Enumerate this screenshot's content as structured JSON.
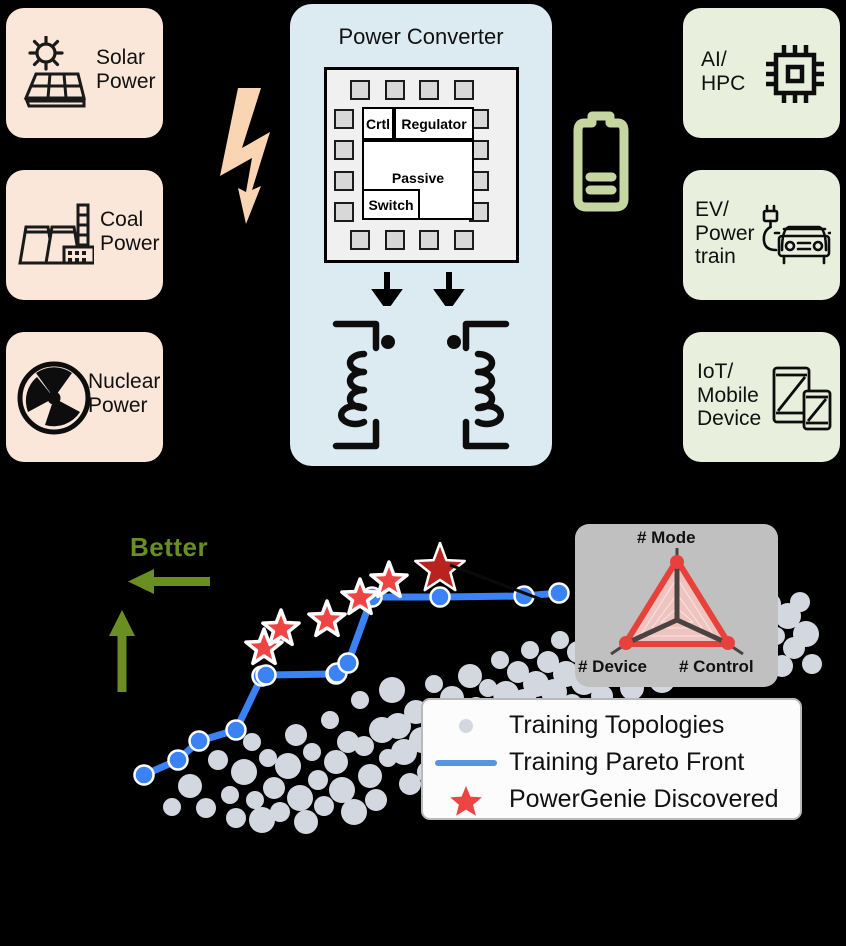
{
  "sources": [
    {
      "label": "Solar\nPower",
      "icon": "solar-panel-icon"
    },
    {
      "label": "Coal\nPower",
      "icon": "coal-plant-icon"
    },
    {
      "label": "Nuclear\nPower",
      "icon": "radiation-icon"
    }
  ],
  "converter": {
    "title": "Power Converter",
    "blocks": [
      {
        "label": "Crtl"
      },
      {
        "label": "Regulator"
      },
      {
        "label": "Passive"
      },
      {
        "label": "Switch"
      }
    ],
    "flow_icon": "down-arrow-icon",
    "circuit_icon": "transformer-icon"
  },
  "energy_flow": {
    "icon": "lightning-bolt-icon"
  },
  "battery": {
    "icon": "battery-icon"
  },
  "destinations": [
    {
      "label": "AI/\nHPC",
      "icon": "cpu-chip-icon"
    },
    {
      "label": "EV/\nPower\ntrain",
      "icon": "ev-charging-icon"
    },
    {
      "label": "IoT/\nMobile\nDevice",
      "icon": "mobile-devices-icon"
    }
  ],
  "plot": {
    "better_label": "Better",
    "better_arrow_left": "left-arrow-icon",
    "better_arrow_up": "up-arrow-icon"
  },
  "radar": {
    "axes": [
      "# Mode",
      "# Device",
      "# Control"
    ],
    "accent_color": "#e8413c",
    "fill_color": "#f7c4c0",
    "bg_color": "#c0c0c0"
  },
  "legend": {
    "items": [
      {
        "marker": "gray-dot-icon",
        "label": "Training Topologies"
      },
      {
        "marker": "blue-line-icon",
        "label": "Training Pareto Front"
      },
      {
        "marker": "red-star-icon",
        "label": "PowerGenie Discovered"
      }
    ]
  },
  "colors": {
    "source_card": "#fae7d9",
    "dest_card": "#e9efdd",
    "converter_panel": "#dceaf1",
    "pareto_blue": "#3b82f6",
    "star_red": "#ef4444",
    "star_highlight": "#b8231f",
    "scatter_gray": "#d3d7e0",
    "better_green": "#6b8e23",
    "bolt_peach": "#fad5b4"
  },
  "chart_data": {
    "type": "scatter",
    "title": "",
    "xlabel": "",
    "ylabel": "",
    "grid": false,
    "legend_position": "bottom-right",
    "series": [
      {
        "name": "Training Topologies",
        "type": "scatter",
        "color": "#d3d7e0",
        "points": [
          [
            172,
            807
          ],
          [
            190,
            786
          ],
          [
            206,
            808
          ],
          [
            218,
            760
          ],
          [
            230,
            795
          ],
          [
            236,
            818
          ],
          [
            244,
            772
          ],
          [
            252,
            742
          ],
          [
            255,
            800
          ],
          [
            262,
            820
          ],
          [
            268,
            758
          ],
          [
            274,
            788
          ],
          [
            280,
            812
          ],
          [
            288,
            766
          ],
          [
            296,
            735
          ],
          [
            300,
            798
          ],
          [
            306,
            822
          ],
          [
            312,
            752
          ],
          [
            318,
            780
          ],
          [
            324,
            806
          ],
          [
            330,
            720
          ],
          [
            336,
            762
          ],
          [
            342,
            790
          ],
          [
            348,
            742
          ],
          [
            354,
            812
          ],
          [
            360,
            700
          ],
          [
            364,
            746
          ],
          [
            370,
            776
          ],
          [
            376,
            800
          ],
          [
            382,
            730
          ],
          [
            388,
            758
          ],
          [
            392,
            690
          ],
          [
            398,
            726
          ],
          [
            404,
            752
          ],
          [
            410,
            784
          ],
          [
            416,
            712
          ],
          [
            422,
            740
          ],
          [
            428,
            772
          ],
          [
            434,
            684
          ],
          [
            440,
            716
          ],
          [
            446,
            744
          ],
          [
            452,
            698
          ],
          [
            458,
            730
          ],
          [
            464,
            762
          ],
          [
            470,
            676
          ],
          [
            476,
            706
          ],
          [
            482,
            736
          ],
          [
            488,
            688
          ],
          [
            494,
            718
          ],
          [
            500,
            660
          ],
          [
            506,
            694
          ],
          [
            512,
            726
          ],
          [
            518,
            672
          ],
          [
            524,
            702
          ],
          [
            530,
            650
          ],
          [
            536,
            684
          ],
          [
            542,
            714
          ],
          [
            548,
            662
          ],
          [
            554,
            692
          ],
          [
            560,
            640
          ],
          [
            566,
            674
          ],
          [
            572,
            704
          ],
          [
            578,
            652
          ],
          [
            584,
            682
          ],
          [
            590,
            632
          ],
          [
            596,
            666
          ],
          [
            602,
            696
          ],
          [
            608,
            644
          ],
          [
            614,
            674
          ],
          [
            620,
            624
          ],
          [
            626,
            656
          ],
          [
            632,
            688
          ],
          [
            638,
            636
          ],
          [
            644,
            666
          ],
          [
            650,
            618
          ],
          [
            656,
            650
          ],
          [
            662,
            680
          ],
          [
            668,
            630
          ],
          [
            674,
            660
          ],
          [
            680,
            612
          ],
          [
            686,
            644
          ],
          [
            692,
            674
          ],
          [
            698,
            624
          ],
          [
            704,
            656
          ],
          [
            710,
            608
          ],
          [
            716,
            640
          ],
          [
            722,
            670
          ],
          [
            728,
            620
          ],
          [
            734,
            652
          ],
          [
            740,
            606
          ],
          [
            746,
            638
          ],
          [
            752,
            668
          ],
          [
            758,
            618
          ],
          [
            764,
            650
          ],
          [
            770,
            604
          ],
          [
            776,
            636
          ],
          [
            782,
            666
          ],
          [
            788,
            616
          ],
          [
            794,
            648
          ],
          [
            800,
            602
          ],
          [
            806,
            634
          ],
          [
            812,
            664
          ]
        ]
      },
      {
        "name": "Training Pareto Front",
        "type": "line",
        "color": "#3b82f6",
        "points": [
          [
            144,
            775
          ],
          [
            178,
            760
          ],
          [
            199,
            741
          ],
          [
            236,
            730
          ],
          [
            262,
            676
          ],
          [
            266,
            675
          ],
          [
            336,
            674
          ],
          [
            337,
            673
          ],
          [
            348,
            663
          ],
          [
            372,
            597
          ],
          [
            440,
            597
          ],
          [
            524,
            596
          ],
          [
            559,
            593
          ]
        ]
      },
      {
        "name": "PowerGenie Discovered",
        "type": "scatter",
        "color": "#ef4444",
        "marker": "star",
        "points": [
          [
            264,
            648
          ],
          [
            281,
            629
          ],
          [
            327,
            620
          ],
          [
            360,
            598
          ],
          [
            389,
            581
          ],
          [
            440,
            569
          ]
        ],
        "highlight_index": 5,
        "highlight_color": "#b8231f"
      }
    ]
  }
}
